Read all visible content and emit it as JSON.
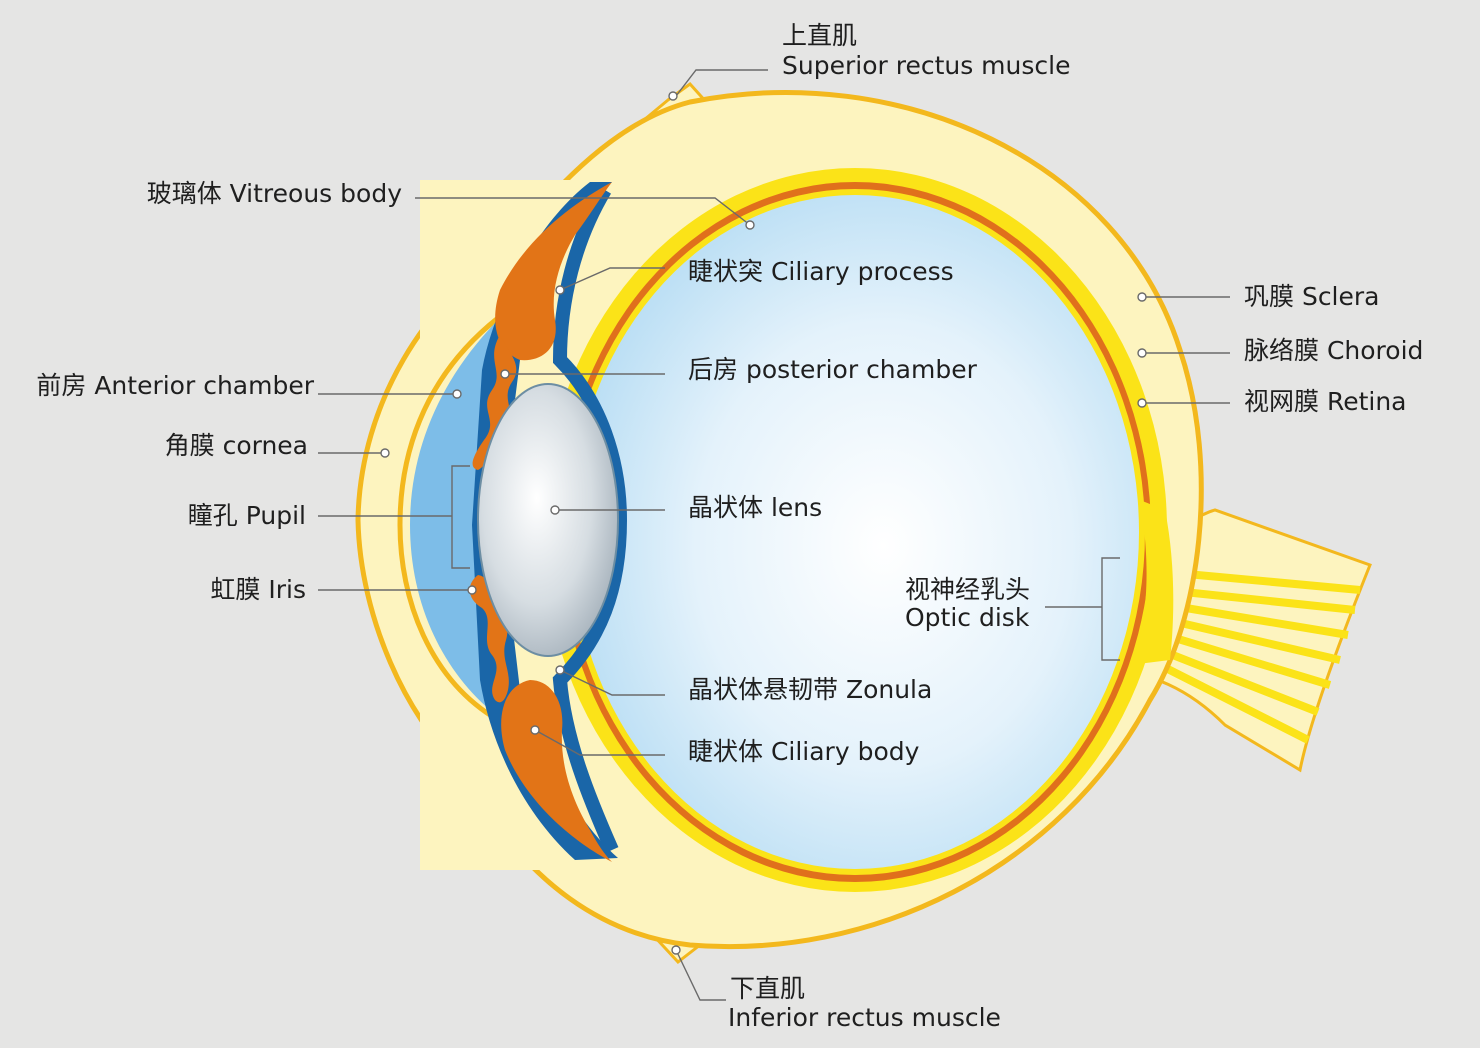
{
  "labels": {
    "superior_rectus": {
      "zh": "上直肌",
      "en": "Superior rectus muscle"
    },
    "inferior_rectus": {
      "zh": "下直肌",
      "en": "Inferior rectus muscle"
    },
    "vitreous_body": "玻璃体 Vitreous body",
    "ciliary_process": "睫状突  Ciliary process",
    "posterior_chamber": "后房 posterior chamber",
    "lens": "晶状体 lens",
    "zonula": "晶状体悬韧带 Zonula",
    "ciliary_body": "睫状体 Ciliary body",
    "anterior_chamber": "前房 Anterior chamber",
    "cornea": "角膜 cornea",
    "pupil": "瞳孔 Pupil",
    "iris": "虹膜 Iris",
    "sclera": "巩膜 Sclera",
    "choroid": "脉络膜 Choroid",
    "retina": "视网膜 Retina",
    "optic_disk": {
      "zh": "视神经乳头",
      "en": "Optic disk"
    }
  },
  "colors": {
    "background": "#e5e5e4",
    "sclera_fill": "#fdf4bf",
    "sclera_edge": "#f3b81d",
    "choroid": "#e0701c",
    "retina": "#fbe318",
    "vitreous": "#c9e6f6",
    "ciliary": "#e27417",
    "zonula_dark_blue": "#1a66a8",
    "anterior_chamber": "#7dbde8",
    "lens": "#b9c4cc",
    "leader_line": "#6a6a6a"
  }
}
